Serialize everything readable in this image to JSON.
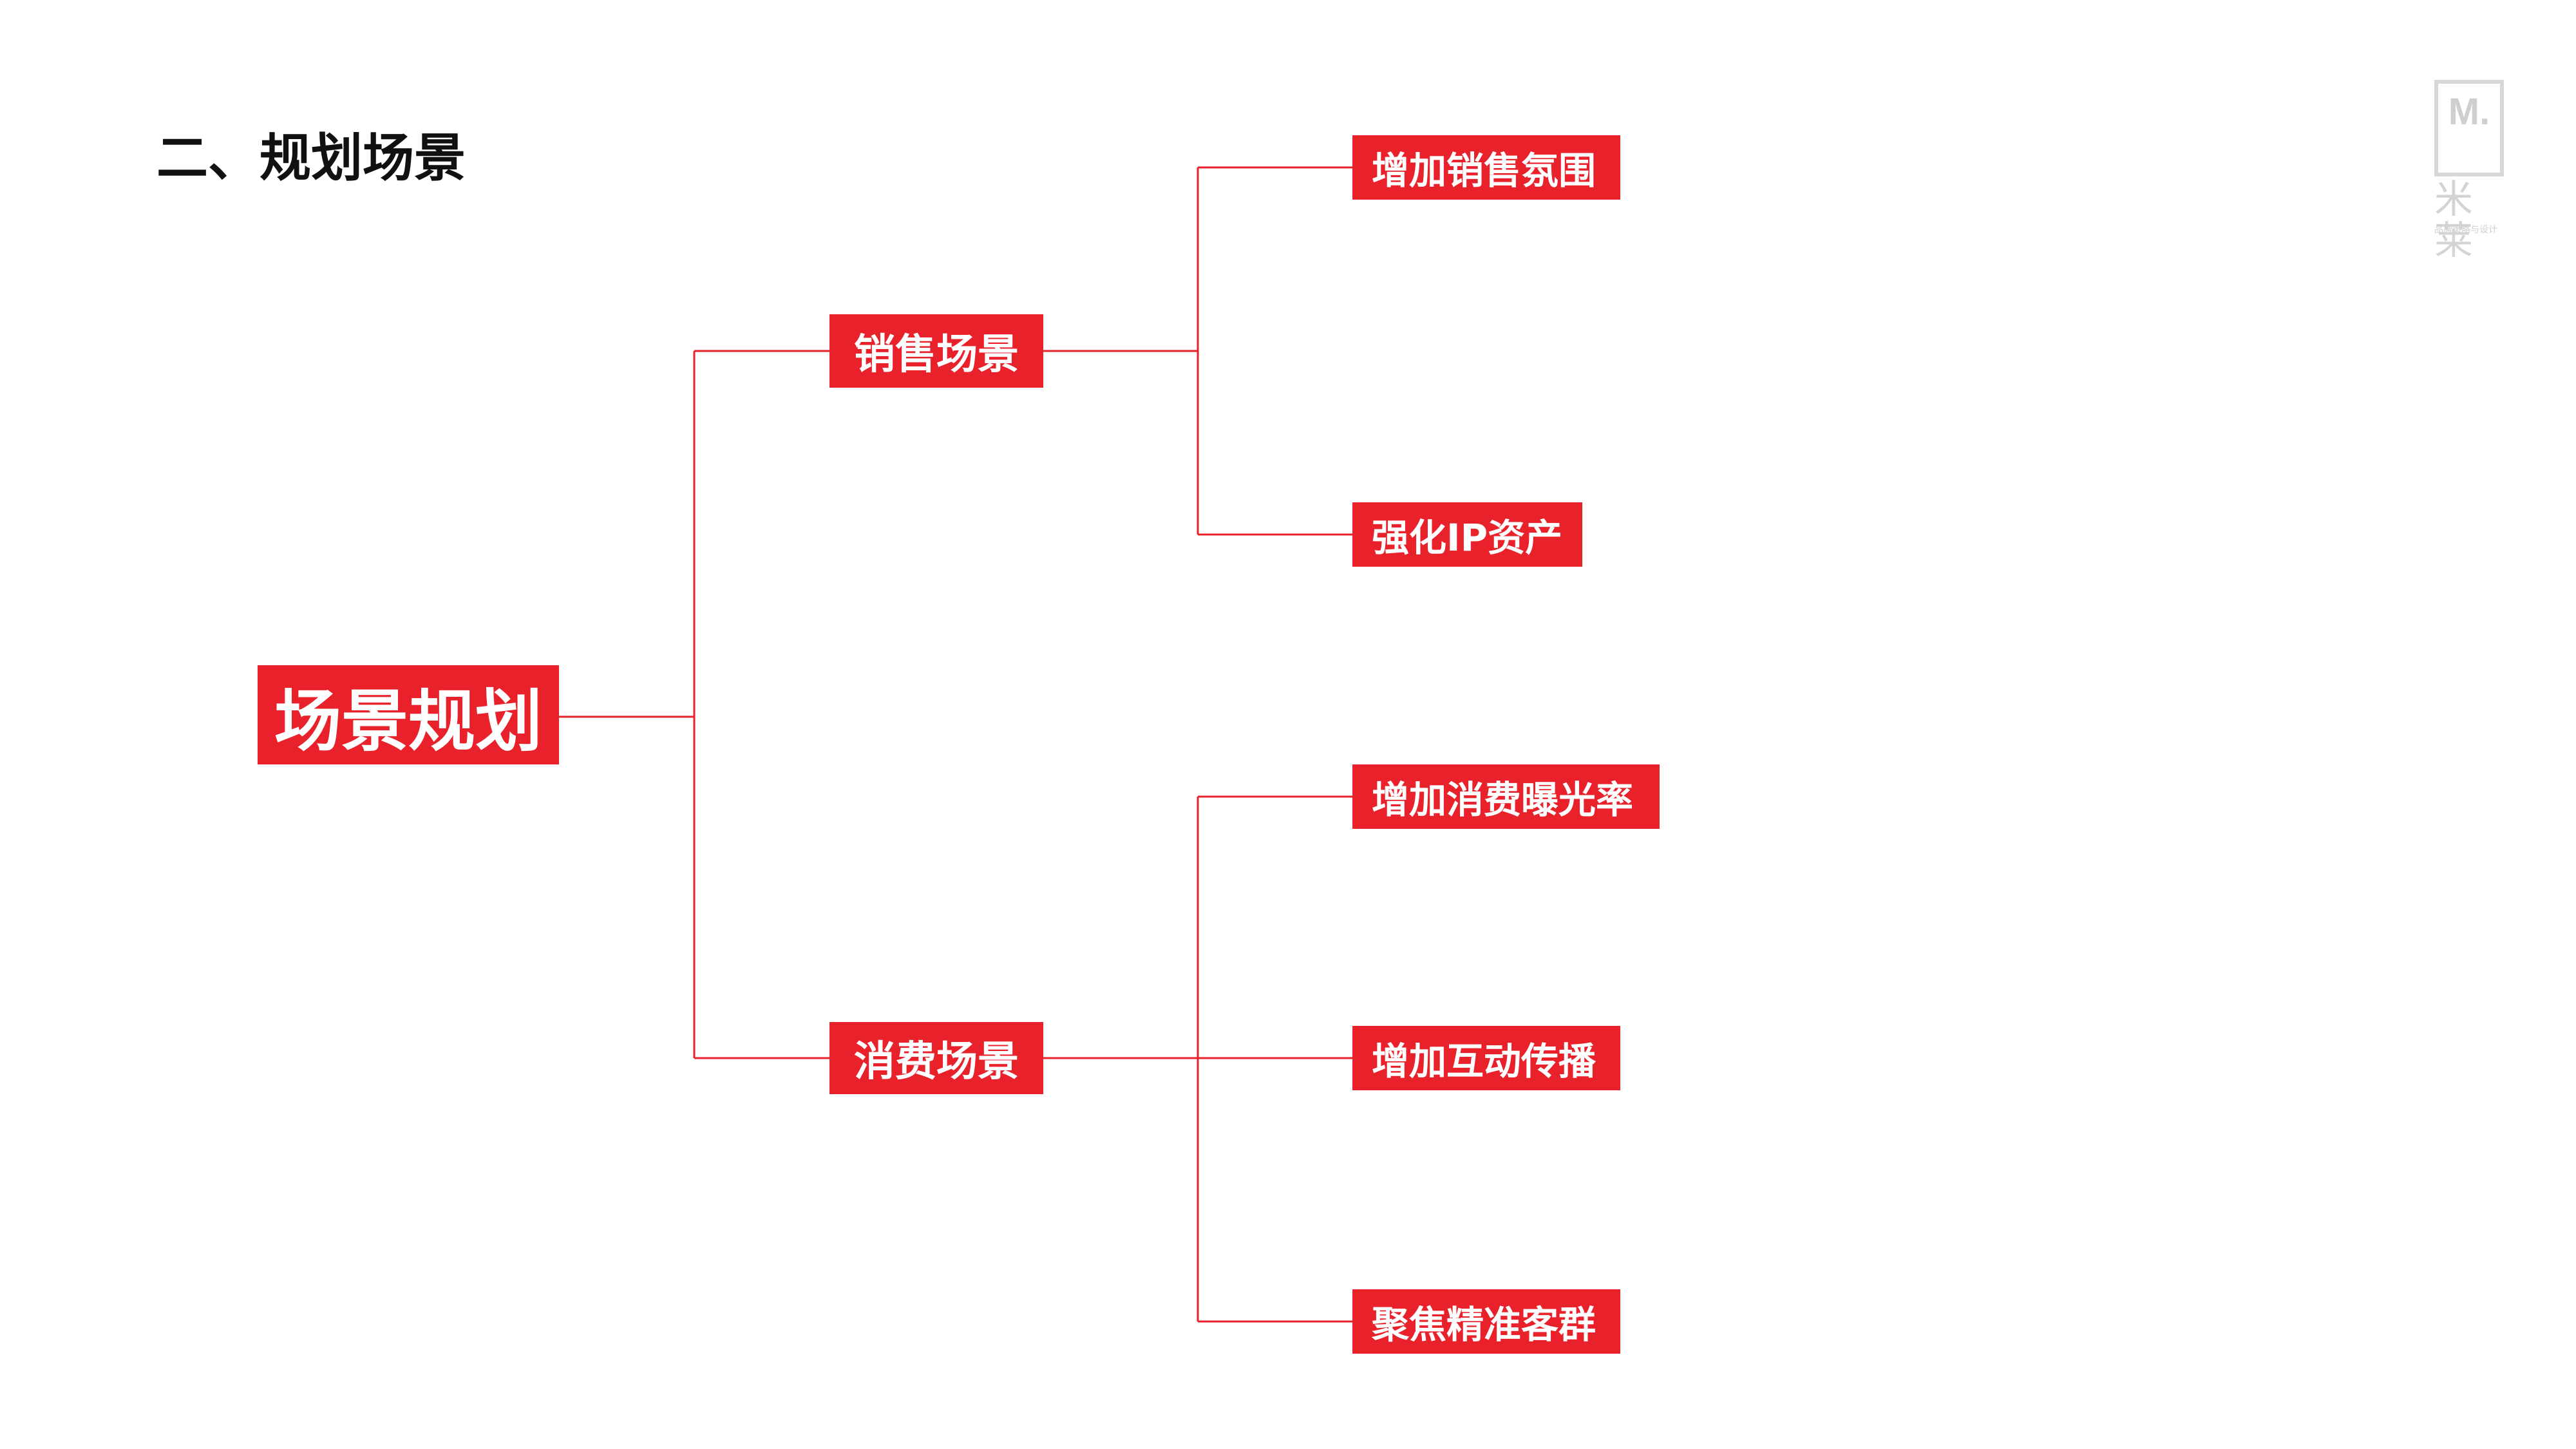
{
  "page_title": "二、规划场景",
  "brand": {
    "logo_letter": "M.",
    "name": "米莱",
    "tagline": "品牌策略与设计"
  },
  "colors": {
    "accent": "#e8212b",
    "box_text": "#ffffff",
    "title_text": "#111111",
    "logo_gray": "#d0d0d0"
  },
  "diagram": {
    "root": "场景规划",
    "branches": [
      {
        "label": "销售场景",
        "children": [
          "增加销售氛围",
          "强化IP资产"
        ]
      },
      {
        "label": "消费场景",
        "children": [
          "增加消费曝光率",
          "增加互动传播",
          "聚焦精准客群"
        ]
      }
    ]
  }
}
